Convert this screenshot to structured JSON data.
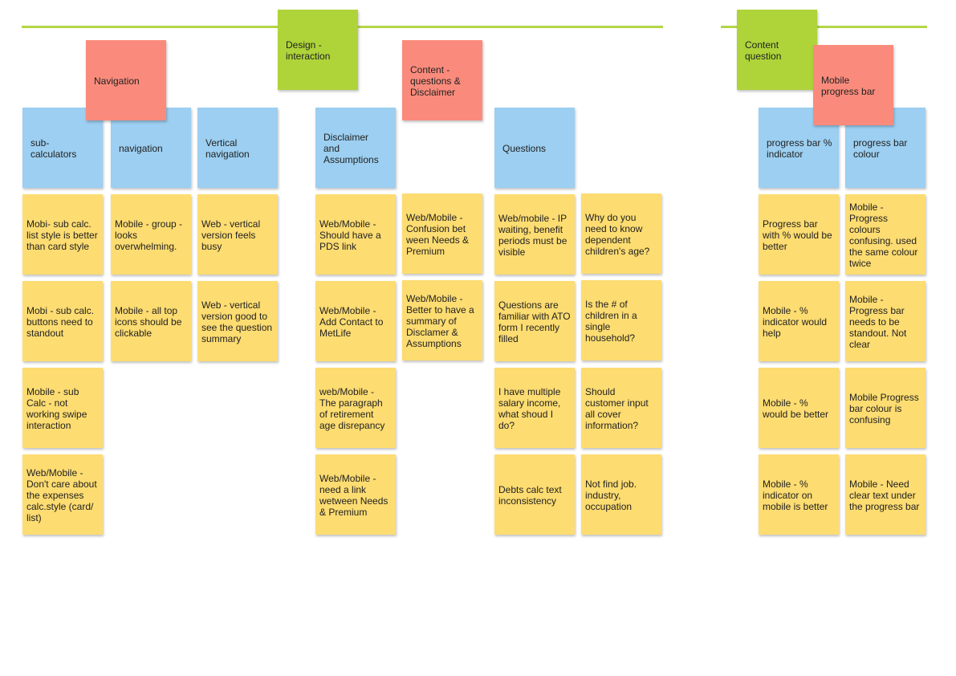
{
  "colors": {
    "group": "#aed43a",
    "topic": "#fa8b7c",
    "subtopic": "#9ccff1",
    "feedback": "#fddc71",
    "line": "#b3d646"
  },
  "groups": {
    "design_interaction": "Design -\ninteraction",
    "content_question": "Content\nquestion"
  },
  "topics": {
    "navigation": "Navigation",
    "content_questions_disclaimer": "Content -\nquestions &\nDisclaimer",
    "mobile_progress_bar": "Mobile\nprogress bar"
  },
  "subtopics": {
    "sub_calculators": "sub-\ncalculators",
    "navigation": "navigation",
    "vertical_navigation": "Vertical\nnavigation",
    "disclaimer_assumptions": "Disclaimer\nand\nAssumptions",
    "questions": "Questions",
    "progress_bar_indicator": "progress bar %\nindicator",
    "progress_bar_colour": "progress bar\ncolour"
  },
  "notes": {
    "sub_calc": [
      "Mobi- sub calc. list style is better than card style",
      "Mobi - sub calc. buttons need to standout",
      "Mobile - sub Calc - not working swipe interaction",
      "Web/Mobile - Don't care about the expenses calc.style (card/ list)"
    ],
    "navigation": [
      "Mobile -  group - looks overwhelming.",
      "Mobile - all top icons should be clickable"
    ],
    "vertical": [
      "Web - vertical version feels busy",
      "Web - vertical version good to see the question summary"
    ],
    "disclaimer_a": [
      "Web/Mobile - Should have a PDS link",
      "Web/Mobile - Add Contact to MetLife",
      "web/Mobile - The paragraph of retirement age disrepancy",
      "Web/Mobile - need a link wetween Needs & Premium"
    ],
    "disclaimer_b": [
      "Web/Mobile - Confusion bet ween Needs & Premium",
      "Web/Mobile - Better to have a summary of Disclamer & Assumptions"
    ],
    "questions_a": [
      "Web/mobile - IP waiting, benefit periods  must be visible",
      "Questions are familiar with ATO form I recently filled",
      "I have multiple salary income, what shoud I do?",
      "Debts calc text inconsistency"
    ],
    "questions_b": [
      "Why do you need to know dependent children's age?",
      "Is the # of children in a single household?",
      "Should customer input all cover information?",
      "Not find job. industry, occupation"
    ],
    "progress_indicator": [
      "Progress bar with % would be better",
      "Mobile -  % indicator would help",
      "Mobile - % would be better",
      "Mobile - % indicator on mobile is better"
    ],
    "progress_colour": [
      "Mobile - Progress colours confusing. used the same colour twice",
      "Mobile - Progress bar needs to be standout. Not clear",
      "Mobile Progress bar colour is confusing",
      "Mobile - Need clear text under the progress bar"
    ]
  }
}
